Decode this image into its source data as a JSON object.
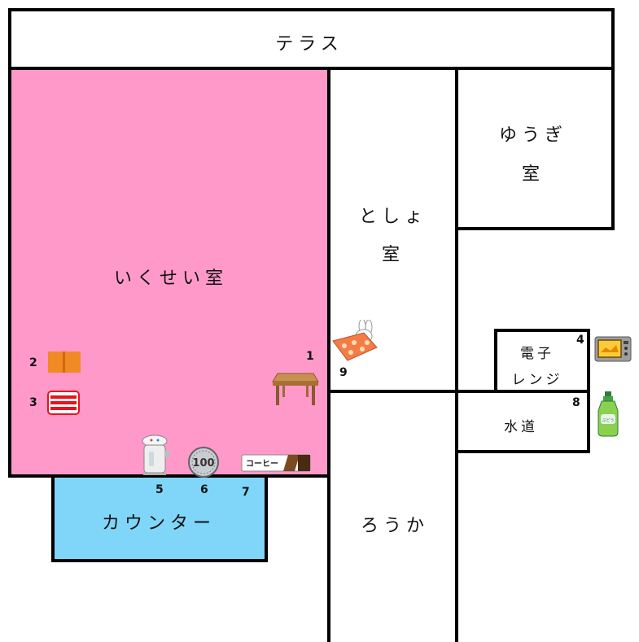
{
  "rooms": {
    "terrace": "テラス",
    "nursery": "いくせい室",
    "library_line1": "としょ",
    "library_line2": "室",
    "playroom_line1": "ゆうぎ",
    "playroom_line2": "室",
    "counter": "カウンター",
    "microwave_line1": "電子",
    "microwave_line2": "レンジ",
    "water": "水道",
    "hallway": "ろうか"
  },
  "markers": [
    "1",
    "2",
    "3",
    "4",
    "5",
    "6",
    "7",
    "8",
    "9"
  ],
  "items": {
    "coffee_label": "コーヒー",
    "coin_label": "100",
    "bottle_label": "ぶどう"
  },
  "colors": {
    "nursery": "#ff99c9",
    "counter": "#80d6f8",
    "walls": "#000000"
  },
  "icons": [
    "table-icon",
    "mat-icon",
    "stripe-towel-icon",
    "microwave-icon",
    "thermos-pot-icon",
    "coin-100-icon",
    "coffee-box-icon",
    "detergent-bottle-icon",
    "rabbit-futon-icon"
  ]
}
